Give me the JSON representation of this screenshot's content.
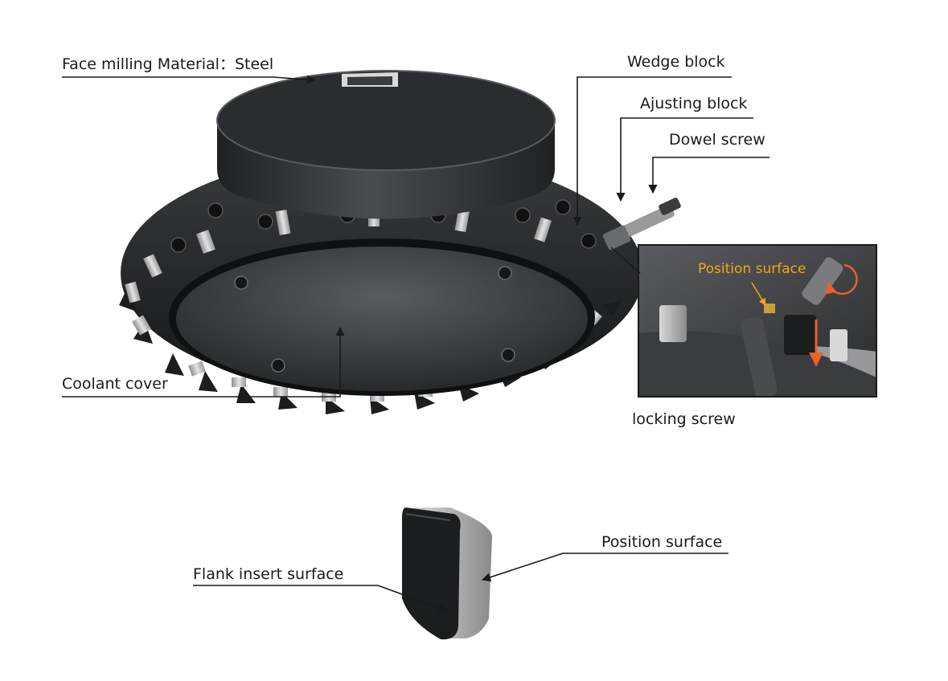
{
  "labels": {
    "face_milling": "Face milling Material：Steel",
    "wedge_block": "Wedge block",
    "adjusting_block": "Ajusting block",
    "dowel_screw": "Dowel screw",
    "coolant_cover": "Coolant cover",
    "locking_screw": "locking screw",
    "position_surface_inset": "Position surface",
    "position_surface": "Position surface",
    "flank_insert_surface": "Flank insert surface"
  },
  "colors": {
    "tool_body": "#2f3033",
    "tool_dark": "#1c1d1f",
    "insert_silver": "#c9c9c9",
    "leader_line": "#1a1a1a",
    "highlight_orange": "#e8602c",
    "label_accent": "#f2a516"
  }
}
